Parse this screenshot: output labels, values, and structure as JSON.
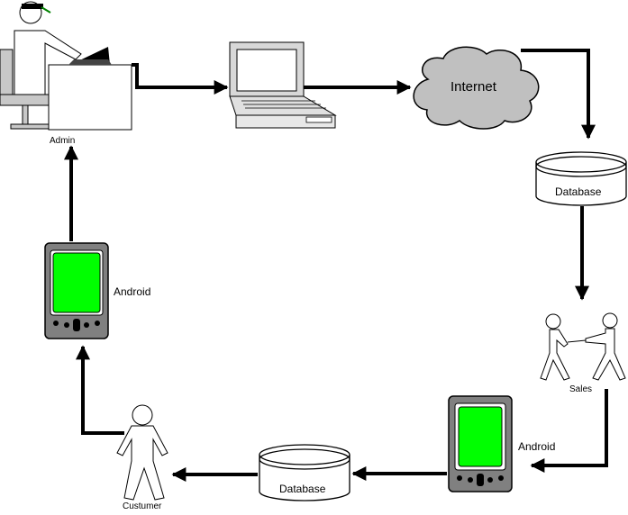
{
  "nodes": {
    "admin": "Admin",
    "internet": "Internet",
    "database_top": "Database",
    "sales": "Sales",
    "android_right": "Android",
    "database_bottom": "Database",
    "customer": "Custumer",
    "android_left": "Android"
  },
  "colors": {
    "screen": "#00ff00",
    "device_body": "#808080",
    "cloud": "#c0c0c0",
    "arrow": "#000000"
  }
}
